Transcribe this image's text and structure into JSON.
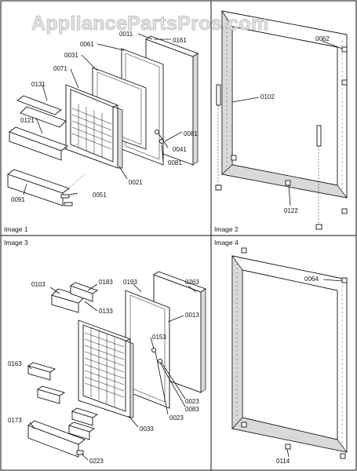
{
  "watermark": "AppliancePartsPros.com",
  "panels": [
    {
      "caption": "Image 1",
      "labels": [
        "0011",
        "0161",
        "0061",
        "0031",
        "0071",
        "0131",
        "0121",
        "0091",
        "0051",
        "0021",
        "0081",
        "0041",
        "0081"
      ]
    },
    {
      "caption": "Image 2",
      "labels": [
        "0062",
        "0102",
        "0122"
      ]
    },
    {
      "caption": "Image 3",
      "labels": [
        "0103",
        "0183",
        "0133",
        "0193",
        "0263",
        "0013",
        "0153",
        "0163",
        "0173",
        "0223",
        "0033",
        "0023",
        "0083",
        "0023"
      ]
    },
    {
      "caption": "Image 4",
      "labels": [
        "0064",
        "0114"
      ]
    }
  ]
}
